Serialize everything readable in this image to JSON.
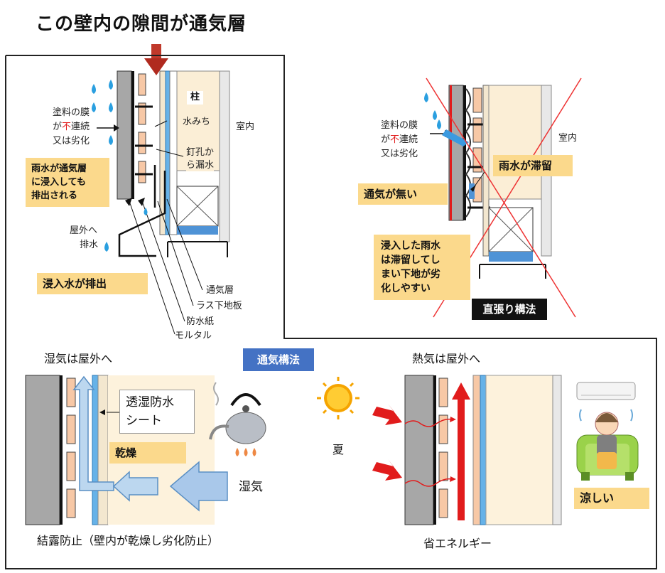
{
  "title": "この壁内の隙間が通気層",
  "left_panel": {
    "drop_labels": {
      "line1_a": "塗料の膜",
      "line2_a": "が",
      "line2_red": "不",
      "line2_b": "連続",
      "line3": "又は劣化"
    },
    "pillar": "柱",
    "water_path": "水みち",
    "nail_leak": "釘孔から漏水",
    "nail_leak_l1": "釘孔か",
    "nail_leak_l2": "ら漏水",
    "indoor": "室内",
    "note_drain": {
      "l1": "雨水が通気層",
      "l2": "に浸入しても",
      "l3": "排出される"
    },
    "outdoor_drain": {
      "l1": "屋外へ",
      "l2": "排水"
    },
    "note_exit": "浸入水が排出",
    "layers": [
      "通気層",
      "ラス下地板",
      "防水紙",
      "モルタル"
    ]
  },
  "right_panel": {
    "drop_labels": {
      "line1": "塗料の膜",
      "line2_a": "が",
      "line2_red": "不",
      "line2_b": "連続",
      "line3": "又は劣化"
    },
    "indoor": "室内",
    "note_stay": "雨水が滞留",
    "note_no_vent": "通気が無い",
    "note_degrade": {
      "l1": "浸入した雨水",
      "l2": "は滞留してし",
      "l3": "まい下地が劣",
      "l4": "化しやすい"
    },
    "method": "直張り構法"
  },
  "bottom_panel": {
    "badge": "通気構法",
    "humid_out": "湿気は屋外へ",
    "sheet": {
      "l1": "透湿防水",
      "l2": "シート"
    },
    "dry": "乾燥",
    "humidity": "湿気",
    "dew_prevention": "結露防止（壁内が乾燥し劣化防止）",
    "heat_out": "熱気は屋外へ",
    "summer": "夏",
    "cool": "涼しい",
    "energy_saving": "省エネルギー"
  },
  "colors": {
    "note_bg": "#fbd98c",
    "badge_bg": "#4472c4",
    "mortar": "#a7a7a7",
    "lath": "#f7c8a6",
    "vent_blue": "#66b2e8",
    "red_arrow": "#e11c1c",
    "title_arrow": "#c0392b"
  }
}
